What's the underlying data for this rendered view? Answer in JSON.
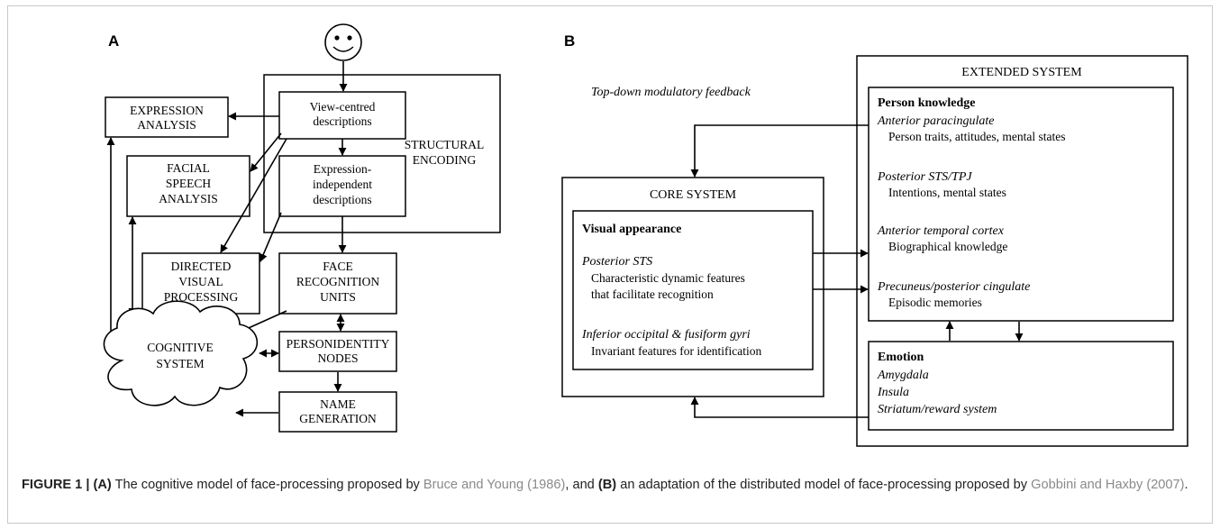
{
  "panel_a": {
    "letter": "A",
    "boxes": {
      "expression_analysis": [
        "EXPRESSION",
        "ANALYSIS"
      ],
      "facial_speech": [
        "FACIAL",
        "SPEECH",
        "ANALYSIS"
      ],
      "view_centred": [
        "View-centred",
        "descriptions"
      ],
      "expression_independent": [
        "Expression-",
        "independent",
        "descriptions"
      ],
      "structural_encoding": [
        "STRUCTURAL",
        "ENCODING"
      ],
      "directed_visual": [
        "DIRECTED",
        "VISUAL",
        "PROCESSING"
      ],
      "face_recognition": [
        "FACE",
        "RECOGNITION",
        "UNITS"
      ],
      "person_identity": [
        "PERSONIDENTITY",
        "NODES"
      ],
      "cognitive_system": [
        "COGNITIVE",
        "SYSTEM"
      ],
      "name_generation": [
        "NAME",
        "GENERATION"
      ]
    }
  },
  "panel_b": {
    "letter": "B",
    "feedback_label": "Top-down modulatory feedback",
    "core_system": {
      "title": "CORE SYSTEM",
      "heading": "Visual appearance",
      "entries": [
        {
          "region": "Posterior STS",
          "lines": [
            "Characteristic dynamic features",
            "that facilitate recognition"
          ]
        },
        {
          "region": "Inferior occipital & fusiform gyri",
          "lines": [
            "Invariant features for identification"
          ]
        }
      ]
    },
    "extended_system": {
      "title": "EXTENDED SYSTEM",
      "person_knowledge": {
        "heading": "Person knowledge",
        "entries": [
          {
            "region": "Anterior paracingulate",
            "lines": [
              "Person traits, attitudes, mental states"
            ]
          },
          {
            "region": "Posterior STS/TPJ",
            "lines": [
              "Intentions, mental states"
            ]
          },
          {
            "region": "Anterior temporal cortex",
            "lines": [
              "Biographical knowledge"
            ]
          },
          {
            "region": "Precuneus/posterior cingulate",
            "lines": [
              "Episodic memories"
            ]
          }
        ]
      },
      "emotion": {
        "heading": "Emotion",
        "regions": [
          "Amygdala",
          "Insula",
          "Striatum/reward system"
        ]
      }
    }
  },
  "caption": {
    "figure_label": "FIGURE 1 |",
    "a_marker": "(A)",
    "text_1": "The cognitive model of face-processing proposed by",
    "cite_1": "Bruce and Young (1986)",
    "text_2": ", and",
    "b_marker": "(B)",
    "text_3": "an adaptation of the distributed model of face-processing proposed by",
    "cite_2": "Gobbini and Haxby (2007)",
    "text_4": "."
  }
}
